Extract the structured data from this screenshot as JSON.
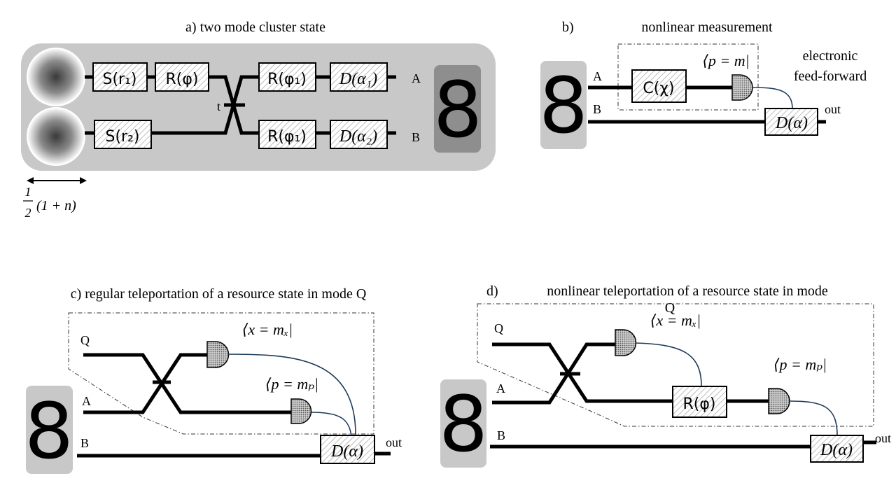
{
  "panel_a": {
    "title": "a) two mode cluster state",
    "gates_top": [
      "S(r₁)",
      "R(φ)",
      "R(φ₁)",
      "D(α₁)"
    ],
    "gates_bottom": [
      "S(r₂)",
      "R(φ₁)",
      "D(α₂)"
    ],
    "beamsplitter_label": "t",
    "output_top": "A",
    "output_bottom": "B",
    "cluster_symbol": "8",
    "width_label_num": "1",
    "width_label_den": "2",
    "width_label_expr": "(1 + n)"
  },
  "panel_b": {
    "label": "b)",
    "title": "nonlinear measurement",
    "cluster_symbol": "8",
    "mode_a": "A",
    "mode_b": "B",
    "gate": "C(χ)",
    "measurement": "⟨p = m|",
    "feedforward_1": "electronic",
    "feedforward_2": "feed-forward",
    "correction": "D(α)",
    "output": "out"
  },
  "panel_c": {
    "title": "c) regular teleportation of a resource state in mode Q",
    "mode_q": "Q",
    "mode_a": "A",
    "mode_b": "B",
    "cluster_symbol": "8",
    "meas_x": "⟨x = mₓ|",
    "meas_p": "⟨p = mₚ|",
    "correction": "D(α)",
    "output": "out"
  },
  "panel_d": {
    "label": "d)",
    "title": "nonlinear teleportation of a resource state in mode",
    "title_q": "Q",
    "mode_q": "Q",
    "mode_a": "A",
    "mode_b": "B",
    "cluster_symbol": "8",
    "meas_x": "⟨x = mₓ|",
    "meas_p": "⟨p = mₚ|",
    "rotation": "R(φ)",
    "correction": "D(α)",
    "output": "out"
  }
}
